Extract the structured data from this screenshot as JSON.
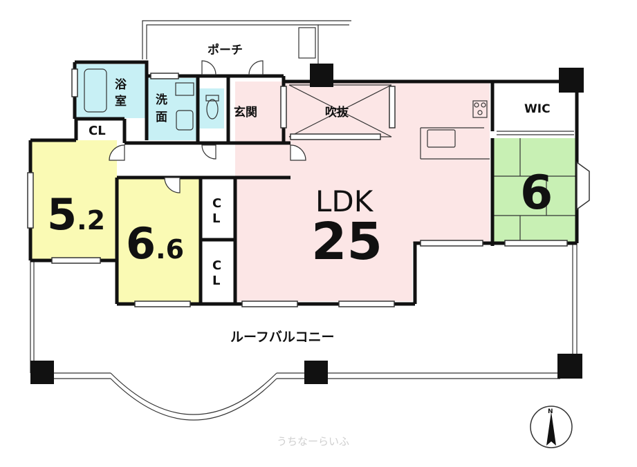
{
  "rooms": {
    "porch": "ポーチ",
    "bath": [
      "浴",
      "室"
    ],
    "washroom": [
      "洗",
      "面"
    ],
    "entrance": "玄関",
    "void": "吹抜",
    "closet_top": "CL",
    "closet_mid": [
      "C",
      "L"
    ],
    "closet_low": [
      "C",
      "L"
    ],
    "wic": "WIC",
    "ldk_name": "LDK",
    "ldk_size": "25",
    "room_west_int": "5",
    "room_west_dec": ".2",
    "room_mid_int": "6",
    "room_mid_dec": ".6",
    "room_east": "6",
    "balcony": "ルーフバルコニー"
  },
  "compass": {
    "north": "N"
  },
  "watermark": "うちなーらいふ",
  "colors": {
    "ldk": "#fce6e6",
    "bedroom": "#fafab4",
    "tatami": "#c8f0b4",
    "wet": "#c8f0f5",
    "wall": "#111111"
  }
}
